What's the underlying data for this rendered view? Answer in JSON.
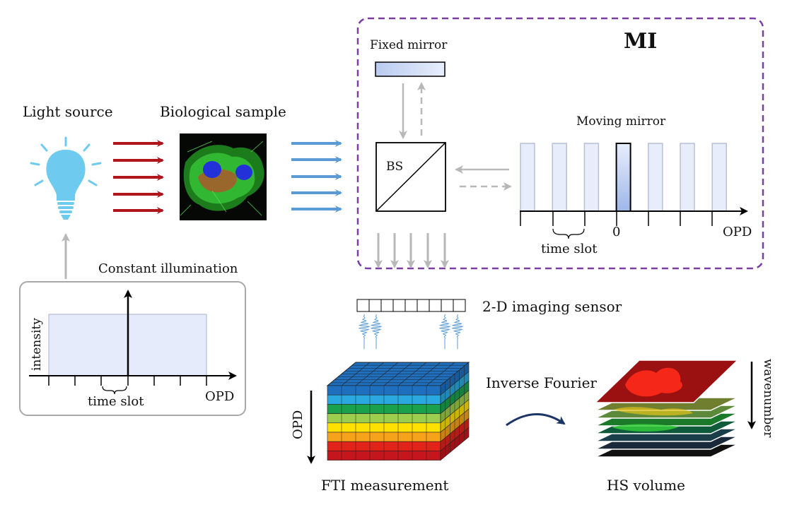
{
  "labels": {
    "light_source": "Light source",
    "biological_sample": "Biological sample",
    "fixed_mirror": "Fixed mirror",
    "mi": "MI",
    "moving_mirror": "Moving mirror",
    "bs": "BS",
    "opd_interferometer": "OPD",
    "zero": "0",
    "time_slot_interferometer": "time slot",
    "imaging_sensor": "2-D imaging sensor",
    "constant_illumination": "Constant illumination",
    "intensity": "intensity",
    "time_slot_illumination": "time slot",
    "opd_illumination": "OPD",
    "inverse_fourier": "Inverse Fourier",
    "opd_cube": "OPD",
    "fti_measurement": "FTI measurement",
    "hs_volume": "HS volume",
    "wavenumber": "wavenumber"
  },
  "colors": {
    "red_arrow": "#b0141c",
    "blue_arrow": "#5b9bd5",
    "bulb": "#6ecbef",
    "mi_border": "#7a3fa0",
    "mirror_fill": "#c9d7f3",
    "slot_fill": "#e8edfb",
    "slot_border": "#b8bfd4",
    "gray_arrow": "#b8b8b8",
    "curve_arrow": "#1d3566"
  },
  "cube_layer_colors": [
    "#1f6fbf",
    "#29a9e0",
    "#1aa14b",
    "#9ccd4c",
    "#ffe100",
    "#f6a21a",
    "#e2231a",
    "#c5161d"
  ],
  "hs_layer_colors": [
    "#9b1010",
    "#6f7f2f",
    "#5c8a3a",
    "#1a7a2a",
    "#0f5a3a",
    "#1a3f4a",
    "#1a2a3a",
    "#111111"
  ],
  "moving_mirror_slots": 7,
  "active_slot_index": 3
}
